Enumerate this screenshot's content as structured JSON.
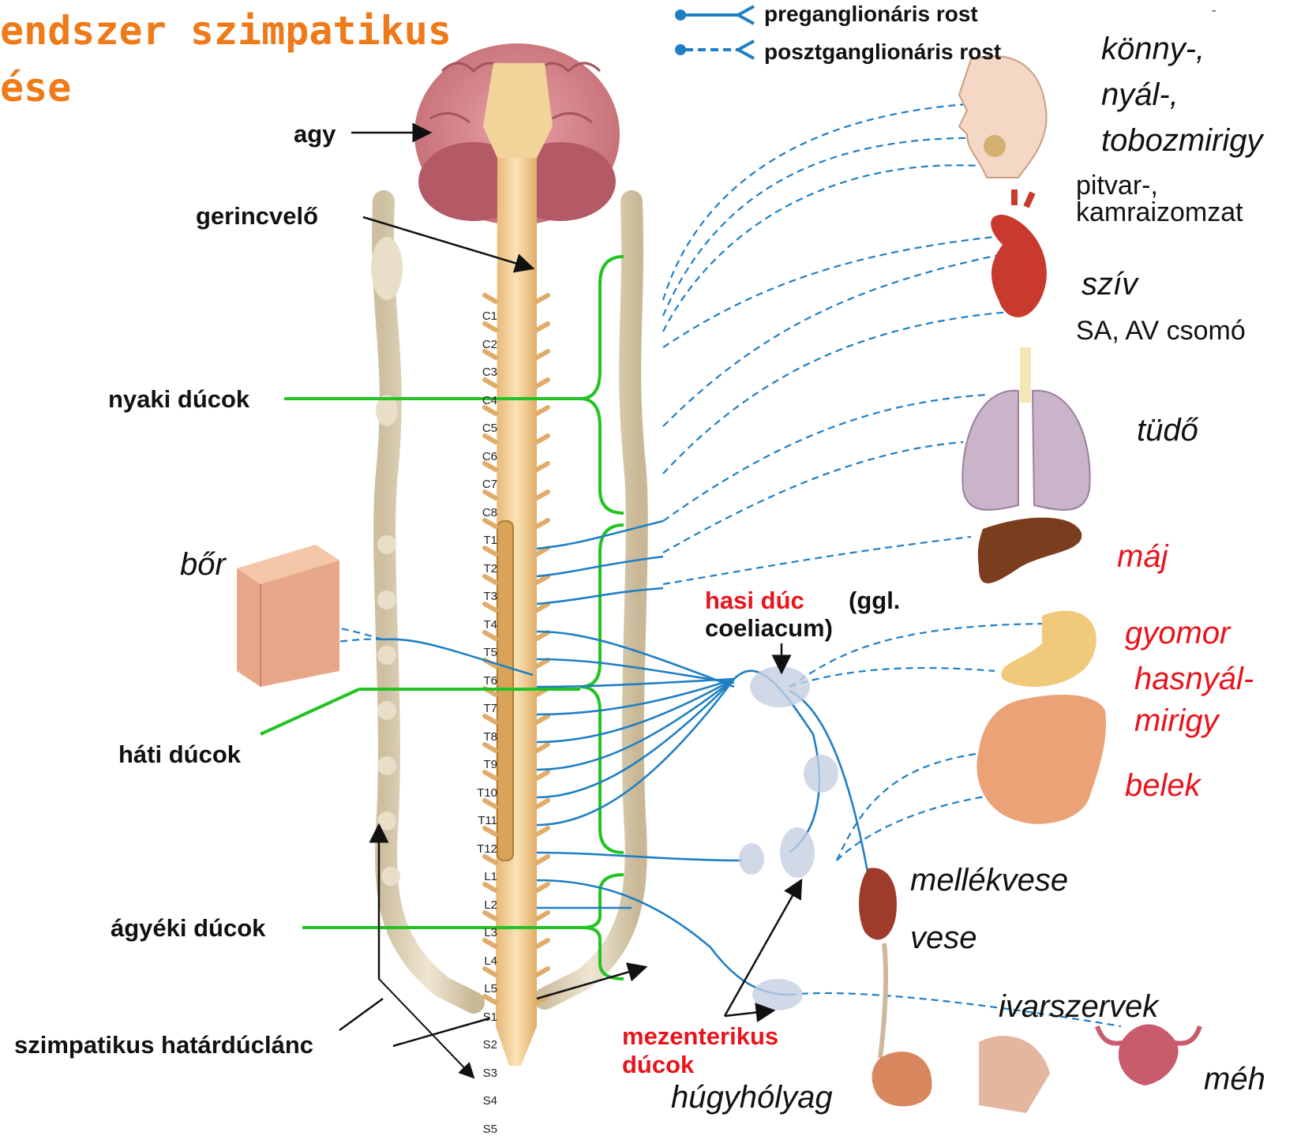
{
  "title": {
    "line1": "endszer szimpatikus",
    "line2": "ése"
  },
  "legend": {
    "pre": "preganglionáris rost",
    "post": "posztganglionáris rost",
    "dash": "-"
  },
  "labels_left": {
    "agy": "agy",
    "gerincvelo": "gerincvelő",
    "nyaki": "nyaki dúcok",
    "bor": "bőr",
    "hati": "háti dúcok",
    "agyeki": "ágyéki dúcok",
    "hatarduclanc": "szimpatikus határdúclánc"
  },
  "labels_mid": {
    "hasi_red": "hasi dúc",
    "hasi_black": "(ggl.",
    "coeliacum": "coeliacum)",
    "mezent1": "mezenterikus",
    "mezent2": "dúcok"
  },
  "organs": {
    "konny": "könny-,",
    "nyal": "nyál-,",
    "toboz": "tobozmirigy",
    "pitvar": "pitvar-,",
    "kamra": "kamraizomzat",
    "sziv": "szív",
    "sa": "SA, AV csomó",
    "tudo": "tüdő",
    "maj": "máj",
    "gyomor": "gyomor",
    "hasnyal1": "hasnyál-",
    "hasnyal2": "mirigy",
    "belek": "belek",
    "mellekvese": "mellékvese",
    "vese": "vese",
    "ivar": "ivarszervek",
    "meh": "méh",
    "hugy": "húgyhólyag"
  },
  "segments": [
    "C1",
    "C2",
    "C3",
    "C4",
    "C5",
    "C6",
    "C7",
    "C8",
    "T1",
    "T2",
    "T3",
    "T4",
    "T5",
    "T6",
    "T7",
    "T8",
    "T9",
    "T10",
    "T11",
    "T12",
    "L1",
    "L2",
    "L3",
    "L4",
    "L5",
    "S1",
    "S2",
    "S3",
    "S4",
    "S5"
  ],
  "colors": {
    "nerve": "#1f7fc4",
    "bracket": "#22c322",
    "cord": "#f3cf92",
    "red": "#e8141b",
    "orange": "#ee7a1a"
  }
}
